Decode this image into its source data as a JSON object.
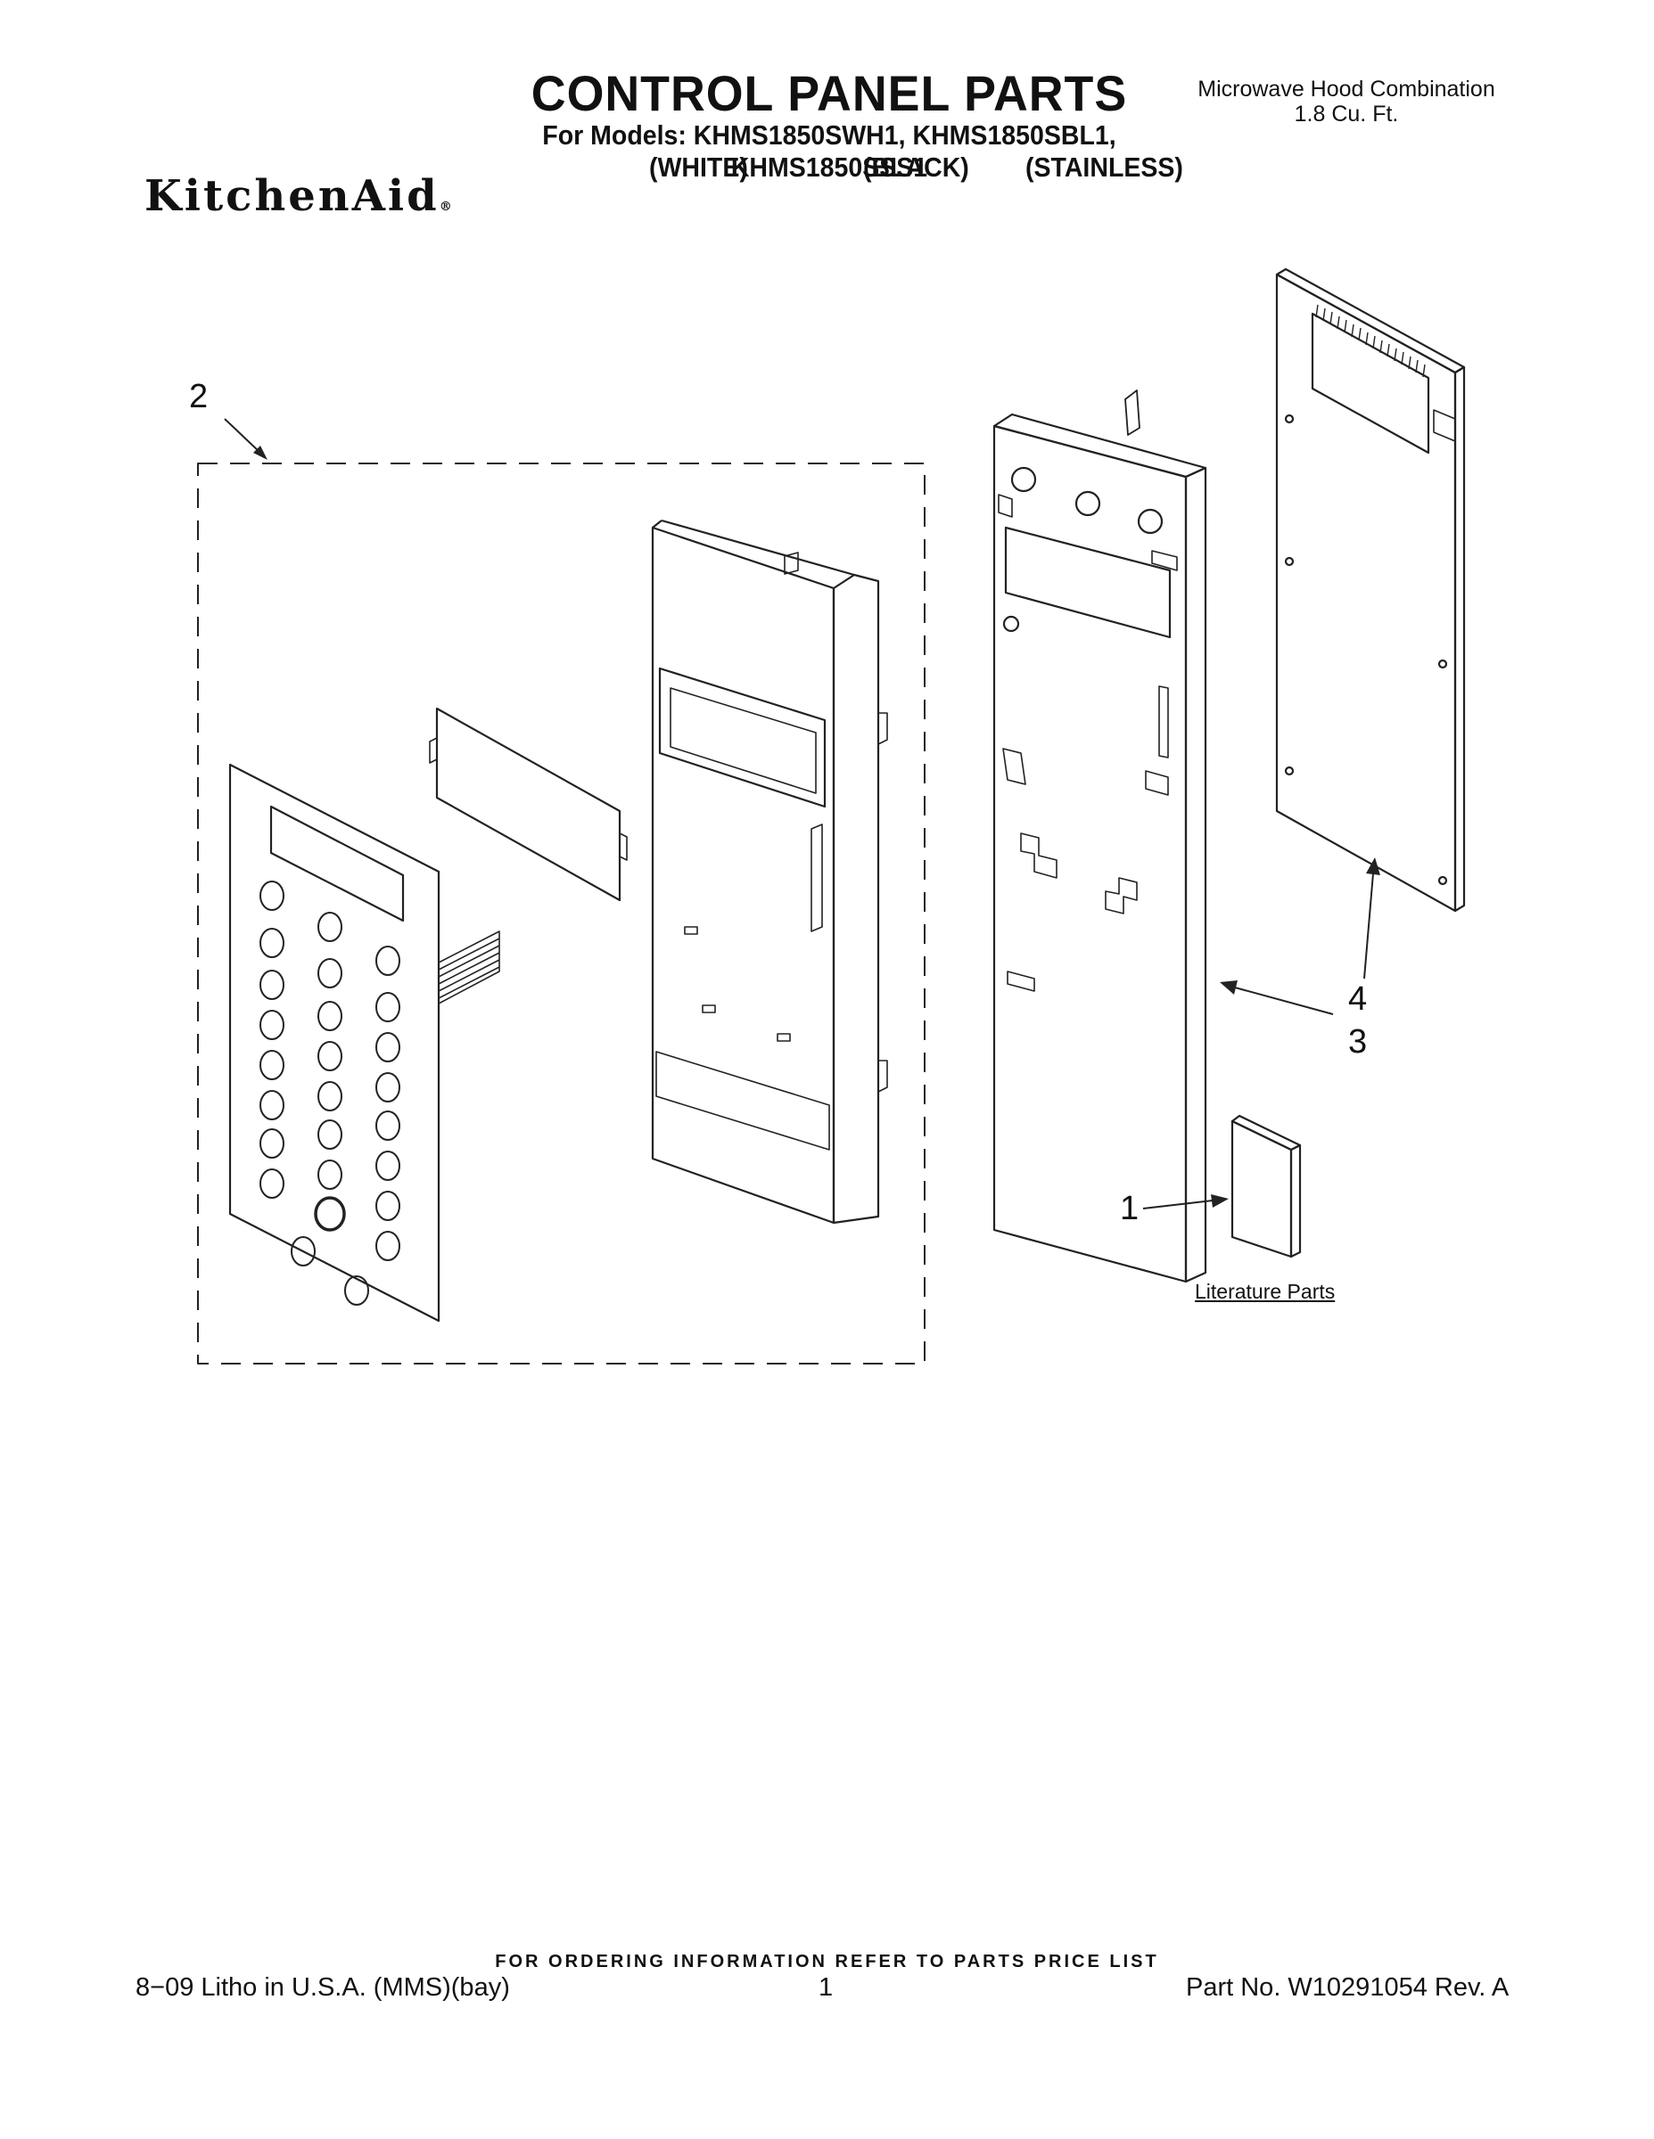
{
  "header": {
    "title": "CONTROL PANEL PARTS",
    "models_line": "For Models: KHMS1850SWH1, KHMS1850SBL1, KHMS1850SSS1",
    "colors": [
      "(WHITE)",
      "(BLACK)",
      "(STAINLESS)"
    ],
    "product_line1": "Microwave Hood Combination",
    "product_line2": "1.8 Cu. Ft.",
    "brand": "KitchenAid",
    "brand_reg": "®"
  },
  "diagram": {
    "callouts": [
      "2",
      "4",
      "3",
      "1"
    ],
    "literature_label": "Literature Parts"
  },
  "footer": {
    "ordering_info": "FOR ORDERING INFORMATION REFER TO PARTS PRICE LIST",
    "litho": "8−09 Litho in U.S.A. (MMS)(bay)",
    "page_number": "1",
    "part_number": "Part No. W10291054 Rev. A"
  }
}
